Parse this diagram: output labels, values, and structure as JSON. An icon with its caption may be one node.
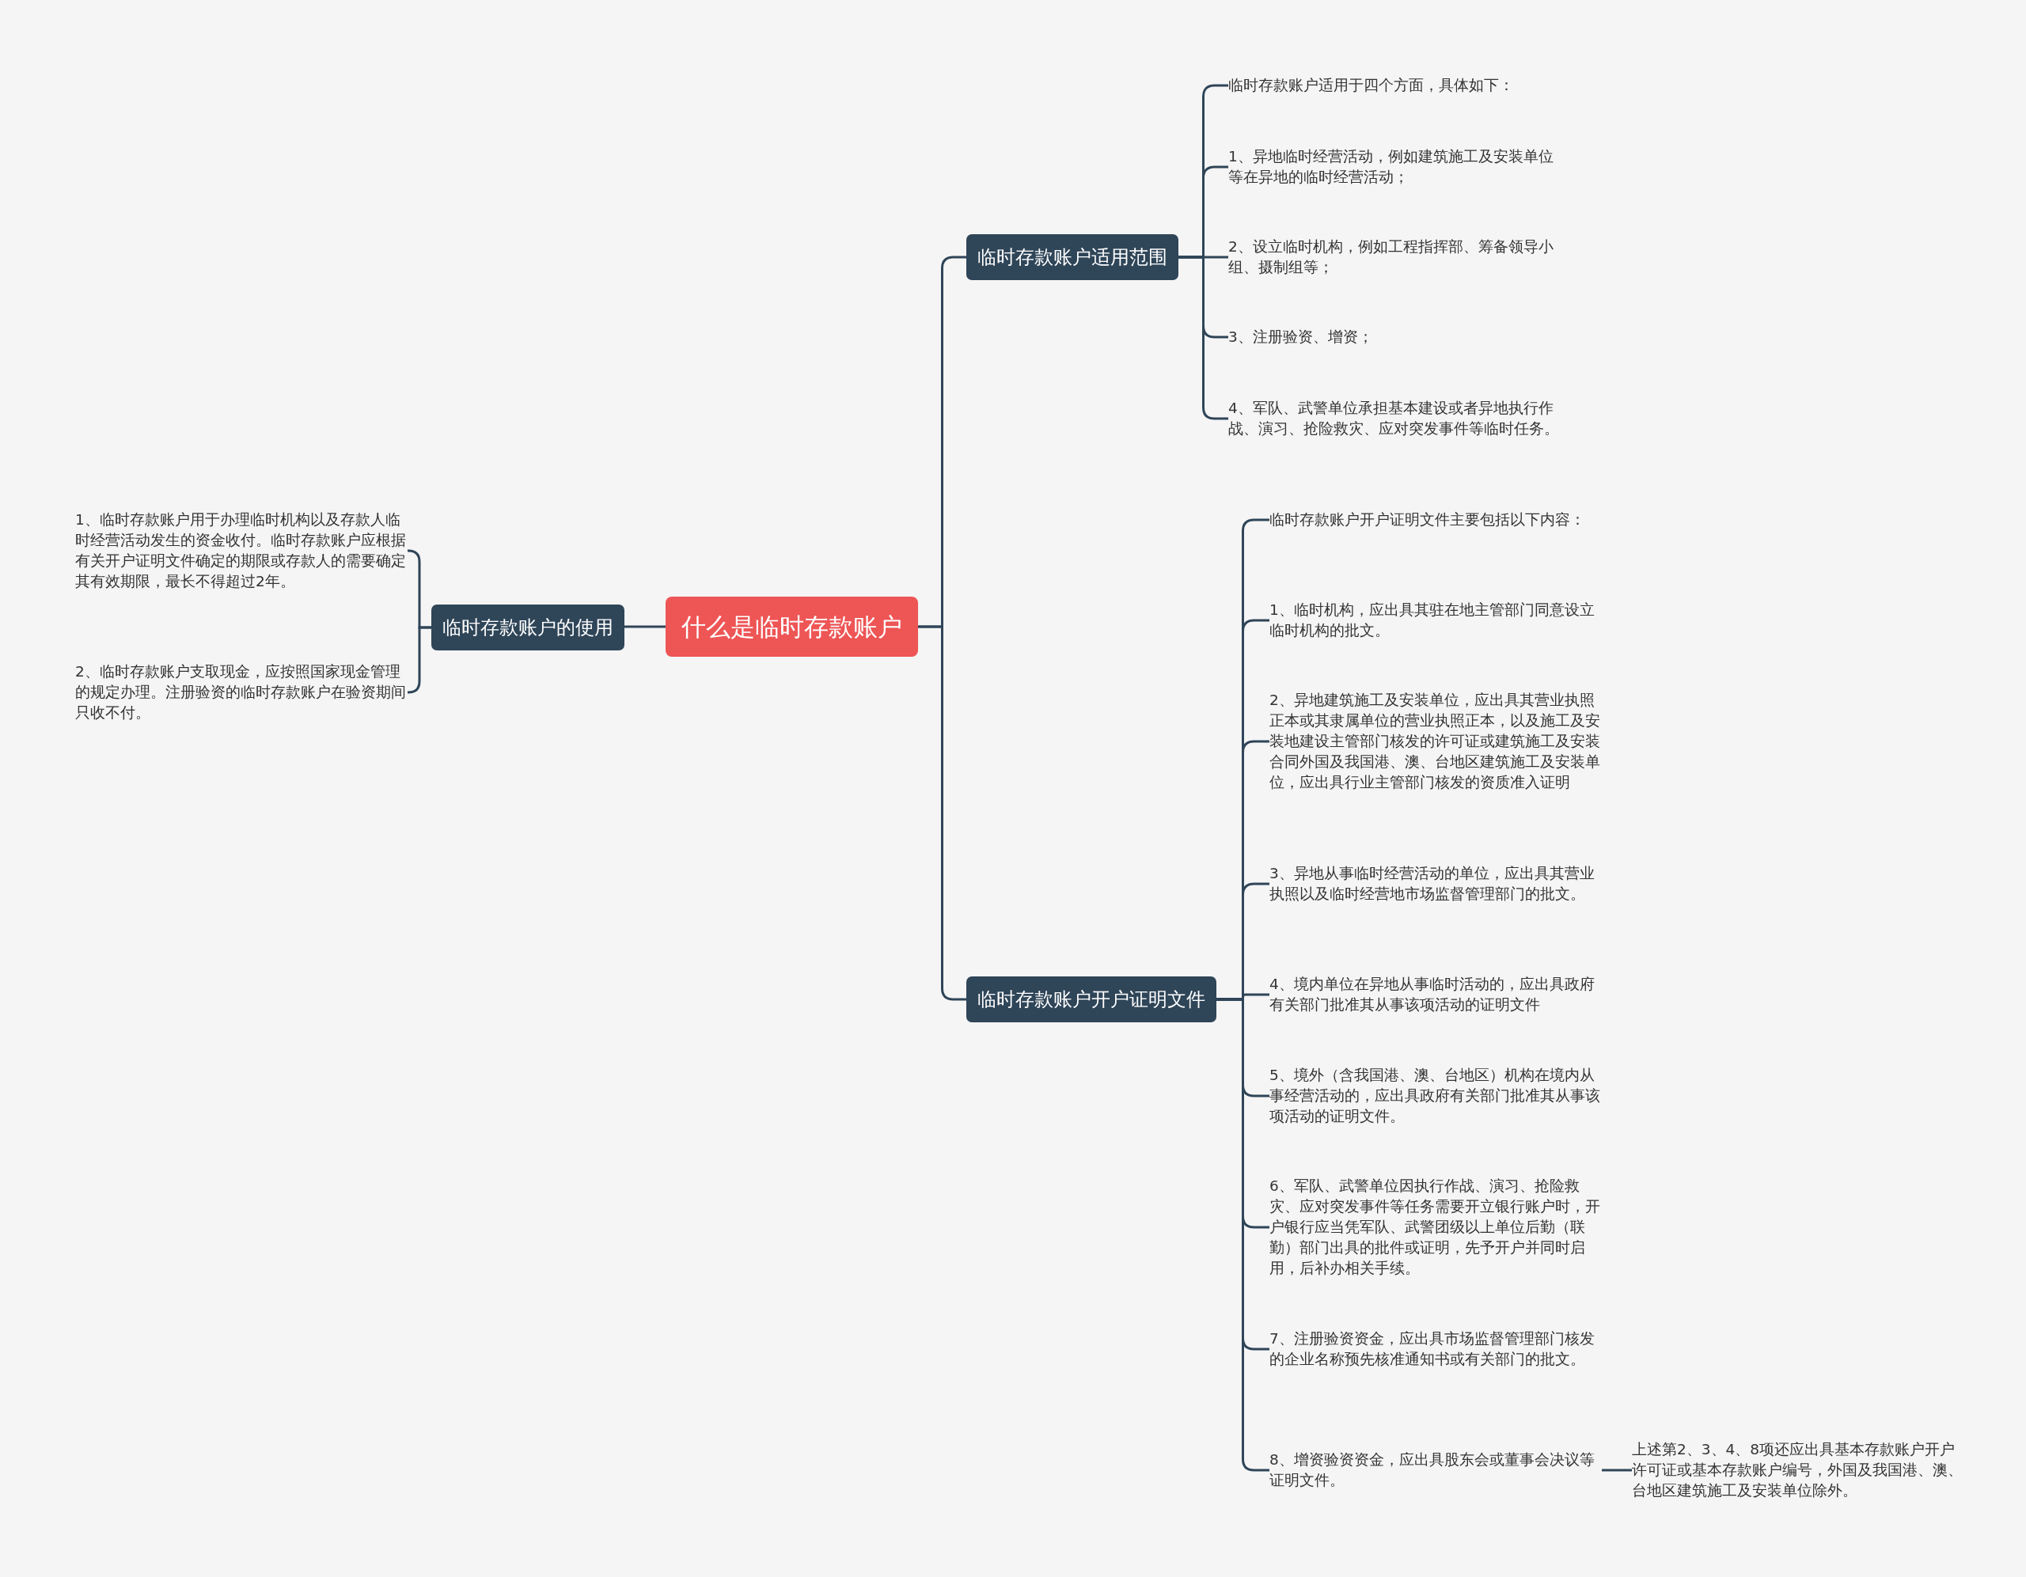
{
  "diagram": {
    "nodes": [
      {
        "text": [
          "什么是临时存款账户"
        ]
      },
      {
        "text": [
          "临时存款账户适用范围"
        ]
      },
      {
        "text": [
          "临时存款账户适用于四个方面，具体如下："
        ]
      },
      {
        "text": [
          "1、异地临时经营活动，例如建筑施工及安装单位等在异地的临时经营活动；"
        ]
      },
      {
        "text": [
          "2、设立临时机构，例如工程指挥部、筹备领导小组、摄制组等；"
        ]
      },
      {
        "text": [
          "3、注册验资、增资；"
        ]
      },
      {
        "text": [
          "4、军队、武警单位承担基本建设或者异地执行作战、演习、抢险救灾、应对突发事件等临时任务。"
        ]
      },
      {
        "text": [
          "临时存款账户开户证明文件"
        ]
      },
      {
        "text": [
          "临时存款账户开户证明文件主要包括以下内容："
        ]
      },
      {
        "text": [
          "1、临时机构，应出具其驻在地主管部门同意设立临时机构的批文。"
        ]
      },
      {
        "text": [
          "2、异地建筑施工及安装单位，应出具其营业执照正本或其隶属单位的营业执照正本，以及施工及安装地建设主管部门核发的许可证或建筑施工及安装合同外国及我国港、澳、台地区建筑施工及安装单位，应出具行业主管部门核发的资质准入证明"
        ]
      },
      {
        "text": [
          "3、异地从事临时经营活动的单位，应出具其营业执照以及临时经营地市场监督管理部门的批文。"
        ]
      },
      {
        "text": [
          "4、境内单位在异地从事临时活动的，应出具政府有关部门批准其从事该项活动的证明文件"
        ]
      },
      {
        "text": [
          "5、境外（含我国港、澳、台地区）机构在境内从事经营活动的，应出具政府有关部门批准其从事该项活动的证明文件。"
        ]
      },
      {
        "text": [
          "6、军队、武警单位因执行作战、演习、抢险救灾、应对突发事件等任务需要开立银行账户时，开户银行应当凭军队、武警团级以上单位后勤（联勤）部门出具的批件或证明，先予开户并同时启用，后补办相关手续。"
        ]
      },
      {
        "text": [
          "7、注册验资资金，应出具市场监督管理部门核发的企业名称预先核准通知书或有关部门的批文。"
        ]
      },
      {
        "text": [
          "8、增资验资资金，应出具股东会或董事会决议等证明文件。"
        ]
      },
      {
        "text": [
          "上述第2、3、4、8项还应出具基本存款账户开户许可证或基本存款账户编号，外国及我国港、澳、台地区建筑施工及安装单位除外。"
        ]
      },
      {
        "text": [
          "临时存款账户的使用"
        ]
      },
      {
        "text": [
          "1、临时存款账户用于办理临时机构以及存款人临时经营活动发生的资金收付。临时存款账户应根据有关开户证明文件确定的期限或存款人的需要确定其有效期限，最长不得超过2年。"
        ]
      },
      {
        "text": [
          "2、临时存款账户支取现金，应按照国家现金管理的规定办理。注册验资的临时存款账户在验资期间只收不付。"
        ]
      }
    ],
    "edges": [
      {
        "from": 0,
        "to": 1,
        "arrow": "none"
      },
      {
        "from": 1,
        "to": 2,
        "arrow": "none"
      },
      {
        "from": 1,
        "to": 3,
        "arrow": "none"
      },
      {
        "from": 1,
        "to": 4,
        "arrow": "none"
      },
      {
        "from": 1,
        "to": 5,
        "arrow": "none"
      },
      {
        "from": 1,
        "to": 6,
        "arrow": "none"
      },
      {
        "from": 0,
        "to": 7,
        "arrow": "none"
      },
      {
        "from": 7,
        "to": 8,
        "arrow": "none"
      },
      {
        "from": 7,
        "to": 9,
        "arrow": "none"
      },
      {
        "from": 7,
        "to": 10,
        "arrow": "none"
      },
      {
        "from": 7,
        "to": 11,
        "arrow": "none"
      },
      {
        "from": 7,
        "to": 12,
        "arrow": "none"
      },
      {
        "from": 7,
        "to": 13,
        "arrow": "none"
      },
      {
        "from": 7,
        "to": 14,
        "arrow": "none"
      },
      {
        "from": 7,
        "to": 15,
        "arrow": "none"
      },
      {
        "from": 7,
        "to": 16,
        "arrow": "none"
      },
      {
        "from": 16,
        "to": 17,
        "arrow": "none"
      },
      {
        "from": 0,
        "to": 18,
        "arrow": "none"
      },
      {
        "from": 18,
        "to": 19,
        "arrow": "none"
      },
      {
        "from": 18,
        "to": 20,
        "arrow": "none"
      }
    ]
  }
}
